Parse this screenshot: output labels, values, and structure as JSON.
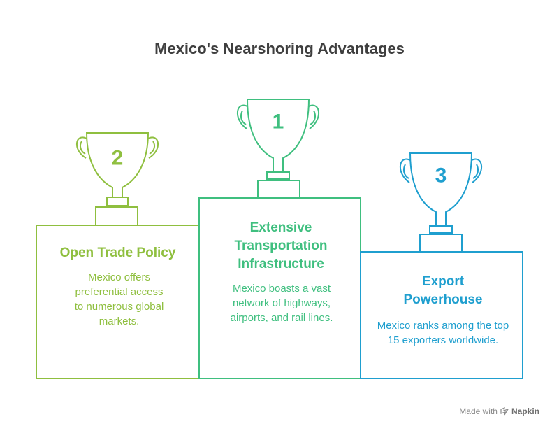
{
  "title": "Mexico's Nearshoring Advantages",
  "colors": {
    "green_light": "#8fbf3f",
    "green": "#3fbf7f",
    "blue": "#1f9fcf"
  },
  "items": [
    {
      "rank": "2",
      "name": "Open Trade Policy",
      "description": "Mexico offers preferential access to numerous global markets.",
      "color": "#8fbf3f"
    },
    {
      "rank": "1",
      "name": "Extensive Transportation Infrastructure",
      "description": "Mexico boasts a vast network of highways, airports, and rail lines.",
      "color": "#3fbf7f"
    },
    {
      "rank": "3",
      "name": "Export Powerhouse",
      "description": "Mexico ranks among the top 15 exporters worldwide.",
      "color": "#1f9fcf"
    }
  ],
  "footer": {
    "made_with": "Made with",
    "brand": "Napkin",
    "icon": "napkin-logo-icon"
  }
}
